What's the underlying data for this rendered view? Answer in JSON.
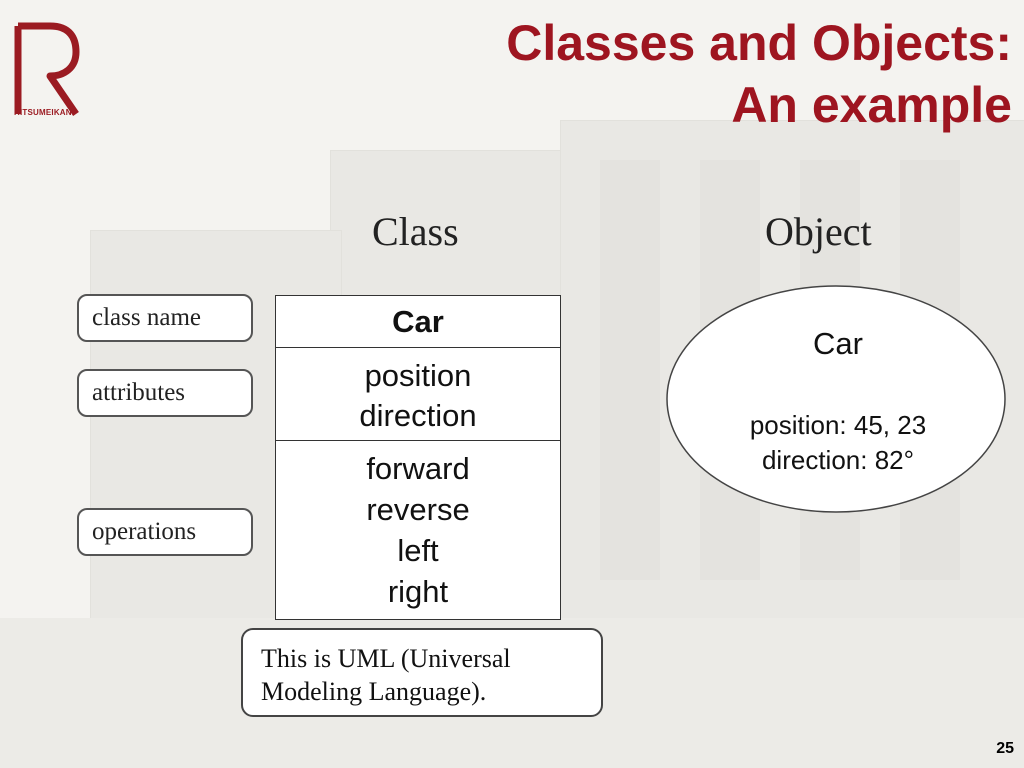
{
  "logo": {
    "name": "r-logo-icon",
    "text": "RITSUMEIKAN",
    "color": "#9b1b22"
  },
  "title": {
    "line1": "Classes and Objects:",
    "line2": "An example",
    "color": "#9e1520"
  },
  "headings": {
    "class": "Class",
    "object": "Object"
  },
  "labels": {
    "class_name": "class name",
    "attributes": "attributes",
    "operations": "operations"
  },
  "uml_class": {
    "name": "Car",
    "attributes": [
      "position",
      "direction"
    ],
    "operations": [
      "forward",
      "reverse",
      "left",
      "right"
    ]
  },
  "object": {
    "name": "Car",
    "values": [
      "position: 45, 23",
      "direction: 82°"
    ]
  },
  "note": {
    "line1": "This is UML (Universal",
    "line2": "Modeling Language)."
  },
  "page_number": "25"
}
